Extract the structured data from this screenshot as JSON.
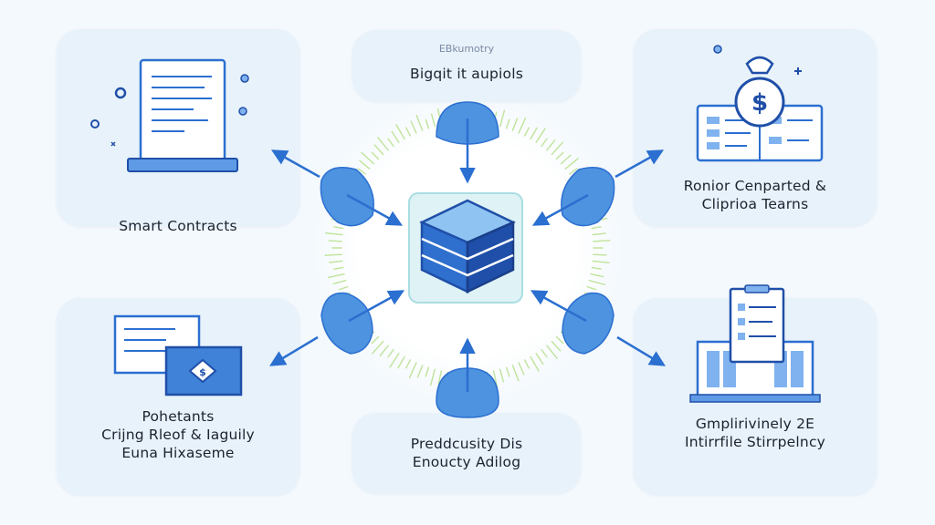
{
  "nodes": {
    "top_left": {
      "lines": [
        "Smart Contracts"
      ]
    },
    "top_center": {
      "kicker": "EBkumotry",
      "lines": [
        "Bigqit it aupiols"
      ]
    },
    "top_right": {
      "lines": [
        "Ronior Cenparted &",
        "Cliprioa Tearns"
      ]
    },
    "bottom_left": {
      "lines": [
        "Pohetants",
        "Crijng Rleof & Iaguily",
        "Euna Hixaseme"
      ]
    },
    "bottom_center": {
      "lines": [
        "Preddcusity Dis",
        "Enoucty Adilog"
      ]
    },
    "bottom_right": {
      "lines": [
        "Gmplirivinely 2E",
        "Intirrfile Stirrpelncy"
      ]
    }
  },
  "icons": {
    "top_left": "laptop-document-icon",
    "top_right": "money-bag-ledger-icon",
    "bottom_left": "document-window-icon",
    "bottom_right": "clipboard-server-icon",
    "hub": "stacked-blocks-icon"
  },
  "colors": {
    "accent": "#2b6fd0",
    "dark_blue": "#1f4fa8",
    "petal": "#4d93e0",
    "card_bg": "#e8f2fa",
    "page_bg": "#f4f9fd",
    "halo_green": "#b9e08a"
  }
}
